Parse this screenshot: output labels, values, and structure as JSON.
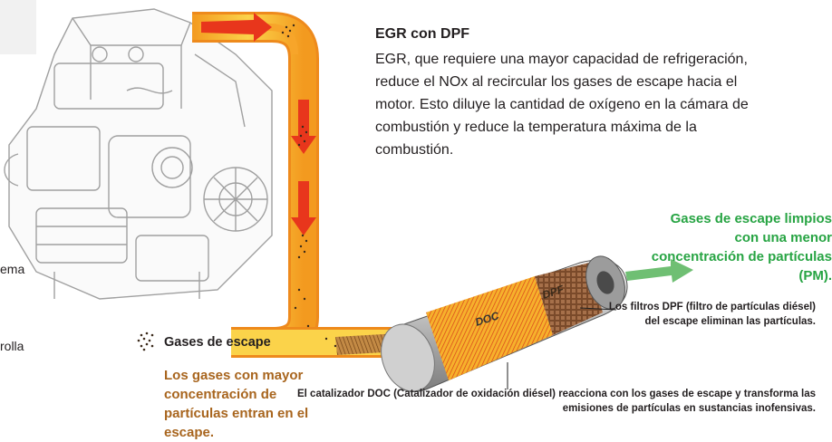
{
  "egr": {
    "title": "EGR con DPF",
    "body": "EGR, que requiere una mayor capacidad de refrigeración, reduce el NOx al recircular los gases de escape hacia el motor. Esto diluye la cantidad de oxígeno en la cámara de combustión y reduce la temperatura máxima de la combustión."
  },
  "clean_gas": {
    "label": "Gases de escape limpios con una menor concentración de partículas (PM)."
  },
  "dpf": {
    "tag": "DPF",
    "note": "Los filtros DPF (filtro de partículas diésel) del escape eliminan las partículas."
  },
  "doc": {
    "tag": "DOC",
    "note": "El catalizador DOC (Catalizador de oxidación diésel) reacciona con los gases de escape y transforma las emisiones de partículas en sustancias inofensivas."
  },
  "legend": {
    "title": "Gases de escape",
    "body": "Los gases con mayor concentración de partículas entran en el escape."
  },
  "cut_text": {
    "line1": "ema",
    "line2": "rolla"
  },
  "colors": {
    "pipe_outer": "#f5a623",
    "pipe_inner": "#fbd34a",
    "arrow_red": "#e8361c",
    "clean_green": "#27a443",
    "dirty_brown": "#a8651e",
    "engine_line": "#9a9a9a"
  }
}
